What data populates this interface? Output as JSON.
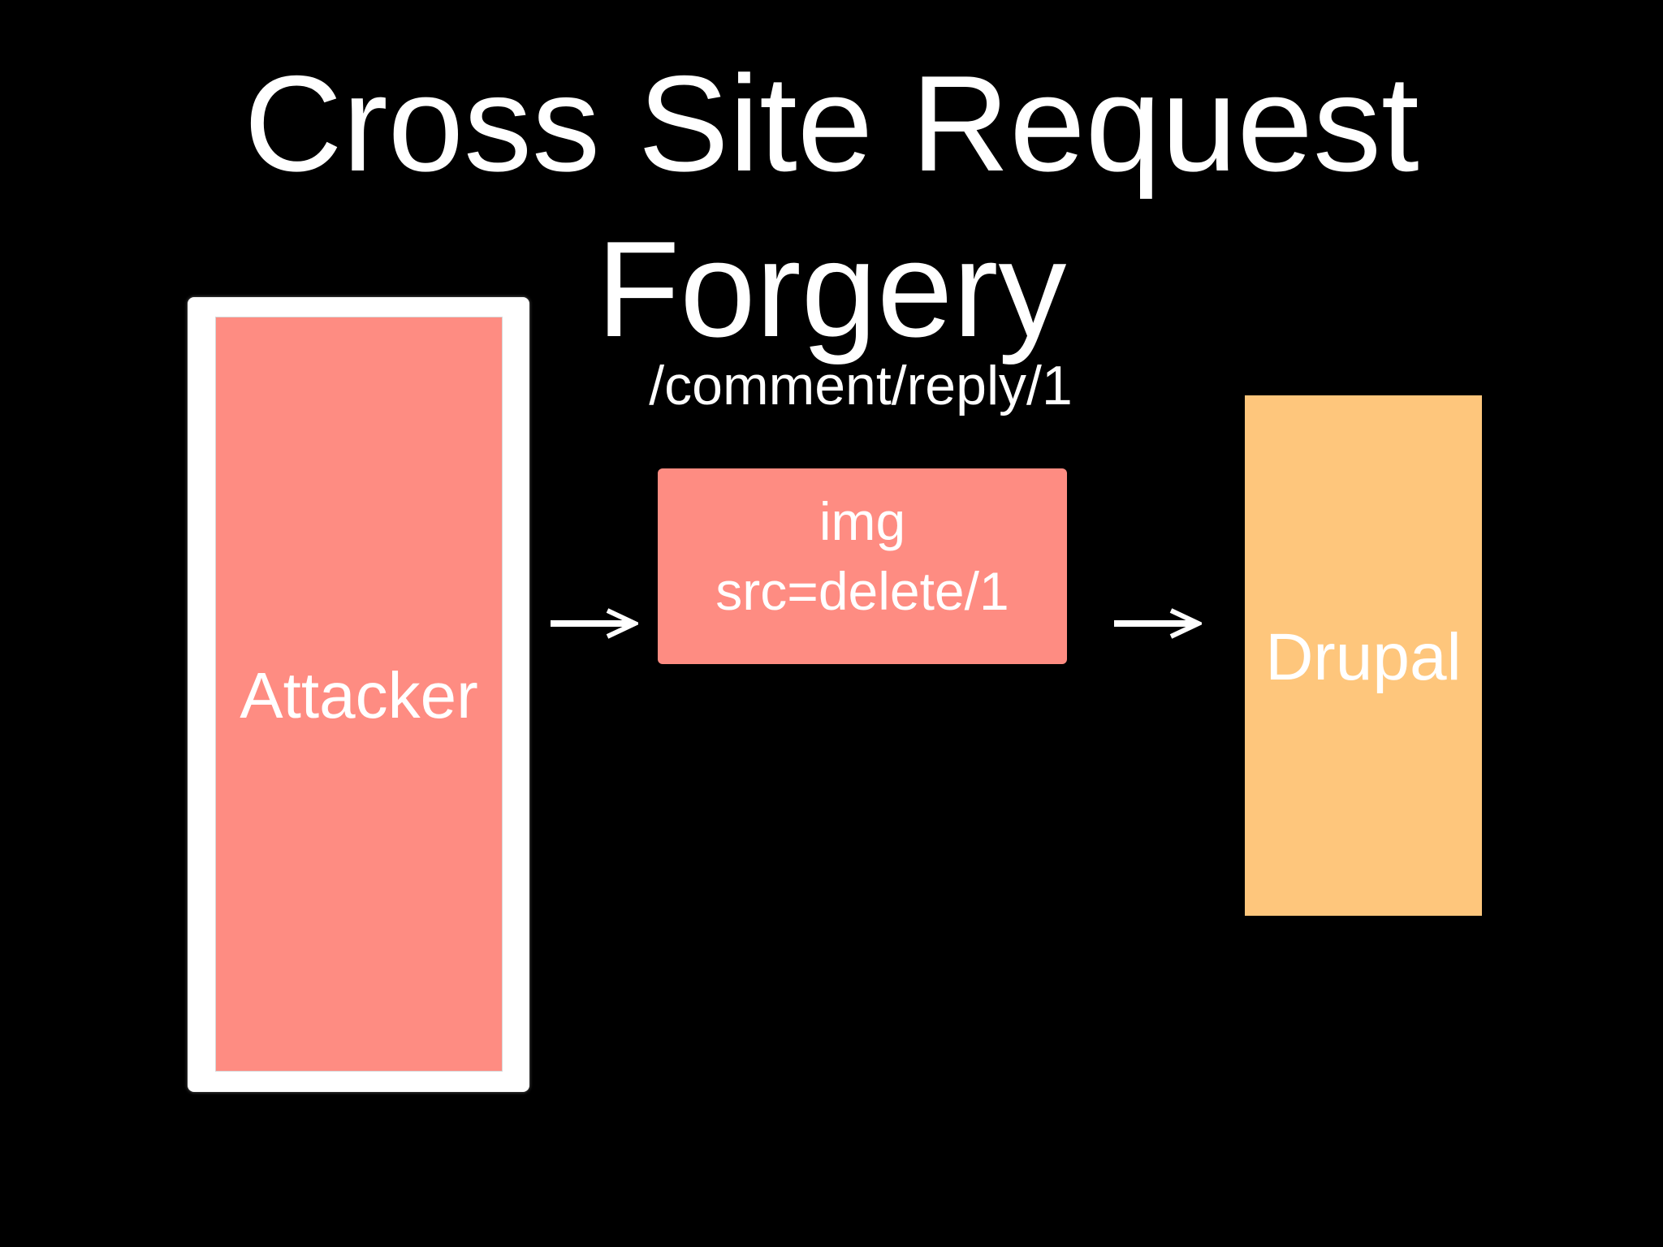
{
  "slide": {
    "title": "Cross Site Request Forgery",
    "url_label": "/comment/reply/1",
    "nodes": {
      "attacker": "Attacker",
      "img_line1": "img",
      "img_line2": "src=delete/1",
      "drupal": "Drupal"
    },
    "colors": {
      "background": "#000000",
      "attacker_fill": "#fe8c82",
      "attacker_frame": "#ffffff",
      "img_fill": "#fe8c82",
      "drupal_fill": "#fec67c",
      "text": "#ffffff",
      "arrow": "#ffffff"
    }
  }
}
